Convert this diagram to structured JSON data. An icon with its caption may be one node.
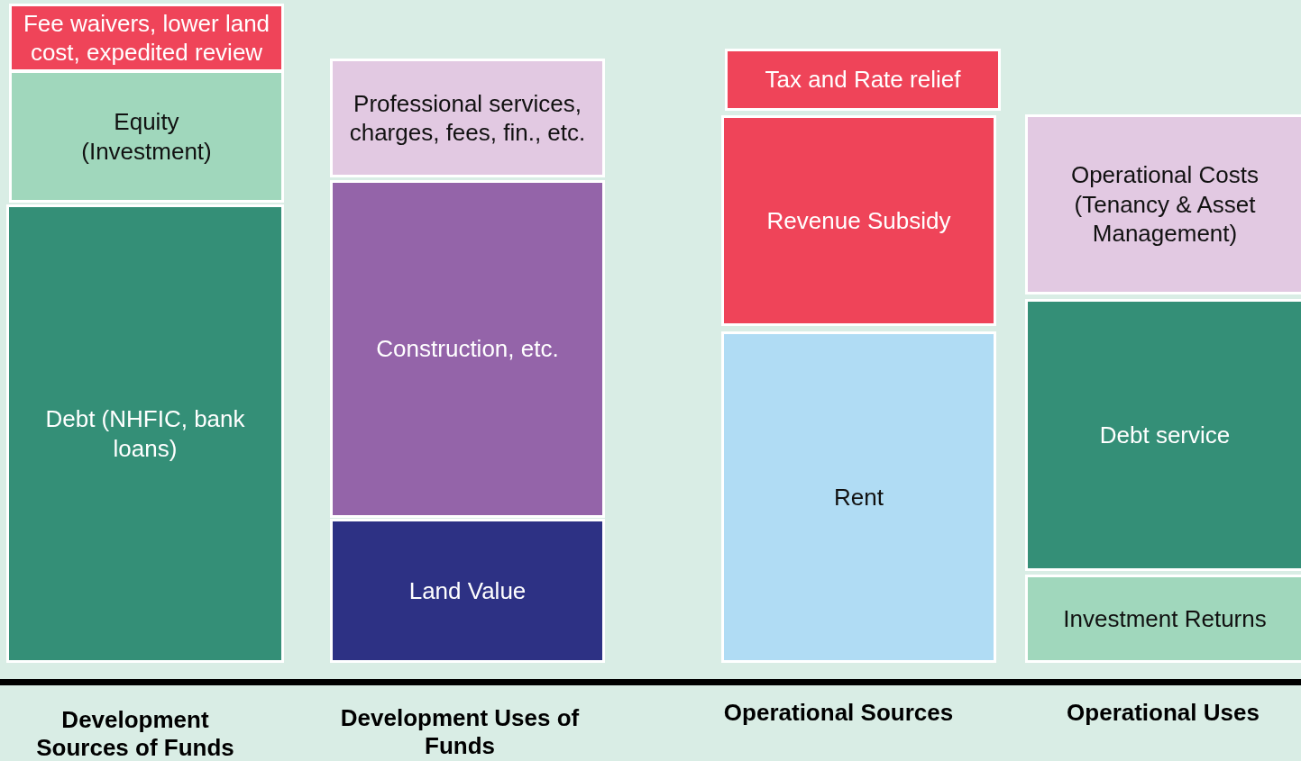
{
  "diagram": {
    "nodes": [
      {
        "text": [
          "Fee waivers, lower land cost, expedited review"
        ]
      },
      {
        "text": [
          "Equity (Investment)"
        ]
      },
      {
        "text": [
          "Debt (NHFIC, bank loans)"
        ]
      },
      {
        "text": [
          "Professional services, charges, fees, fin., etc."
        ]
      },
      {
        "text": [
          "Construction, etc."
        ]
      },
      {
        "text": [
          "Land Value"
        ]
      },
      {
        "text": [
          "Tax and Rate relief"
        ]
      },
      {
        "text": [
          "Revenue Subsidy"
        ]
      },
      {
        "text": [
          "Rent"
        ]
      },
      {
        "text": [
          "Operational Costs (Tenancy & Asset Management)"
        ]
      },
      {
        "text": [
          "Debt service"
        ]
      },
      {
        "text": [
          "Investment Returns"
        ]
      }
    ],
    "edges": [],
    "labels": [
      "Development Sources of Funds",
      "Development Uses of Funds",
      "Operational Sources",
      "Operational Uses"
    ]
  }
}
